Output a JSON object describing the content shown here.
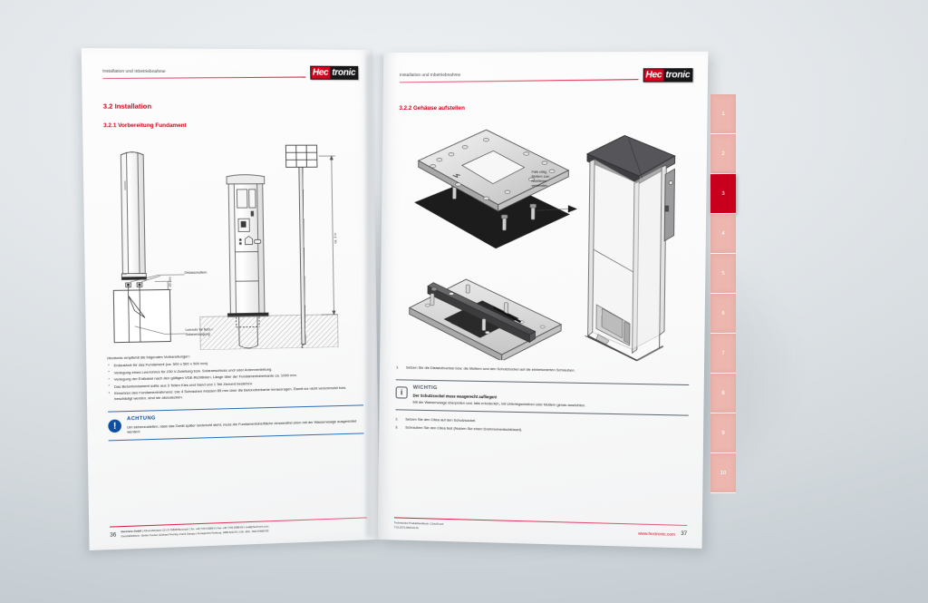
{
  "logo": {
    "part1": "Hec",
    "part2": "tronic",
    "red": "#d5001c",
    "black": "#17171a"
  },
  "left_page": {
    "header": "Installation und Inbetriebnahme",
    "section": "3.2 Installation",
    "subsection": "3.2.1 Vorbereitung Fundament",
    "figure_labels": {
      "distance_nuts": "Distanzmuttern",
      "dimension_65": "65 mm",
      "conduit": "Leerrohr für Netz-/\nSolarversorgung",
      "mast_height": "ca. 3 m"
    },
    "lead": "Hectronic empfiehlt die folgenden Vorbereitungen:",
    "bullets": [
      "Erdaushub für das Fundament (ca. 500 x 500 x 500 mm)",
      "Verlegung eines Leerrohres für 230 V-Zuleitung bzw. Solaranschluss und/ oder Antennenleitung.",
      "Verlegung der Erdkabel nach den gültigen VDE-Richtlinien, Länge über der Fundamentoberkante ca. 1000 mm.",
      "Das Betonfundament sollte aus 3 Teilen Kies und Sand und 1 Teil Zement bestehen.",
      "Einsetzen des Fundamentrahmens: Die 4 Schrauben müssen 65 mm über die Betonoberkante herausragen. Damit sie nicht verschmutzt bzw. beschädigt werden, sind sie abzudecken."
    ],
    "notice": {
      "icon": "exclamation-circle-icon",
      "title": "ACHTUNG",
      "body": "Um sicherzustellen, dass das Gerät später senkrecht steht, muss die Fundamentoberfläche einwandfrei eben mit der Wasserwaage ausgerichtet werden!"
    },
    "footer": {
      "page_number": "36",
      "line1_bold": "Hectronic GmbH",
      "line1": " | Allmendstrasse 15 | D-79848 Bonndorf | Tel. +49 7703 9388-0 | Fax +49 7703 9388-60 | mail@hectronic.com",
      "line2": "Geschäftsführer: Stefan Forster, Eckhard Fechtig, Frank Gampp | Amtsgericht Freiburg, HRB 621170 | USt.-IdNr.: DE170986709"
    }
  },
  "right_page": {
    "header": "Installation und Inbetriebnahme",
    "subsection": "3.2.2 Gehäuse aufstellen",
    "figure_labels": {
      "leveling_note": "Falls nötig,\nMuttern zum\nNivellieren\nverwenden"
    },
    "steps_before": [
      {
        "num": "1.",
        "text": "Setzen Sie die Distanzbuchse bzw. die Muttern und den Schutzsockel auf die einbetonierten Schrauben."
      }
    ],
    "notice": {
      "icon": "info-square-icon",
      "title": "WICHTIG",
      "strong": "Der Schutzsockel muss waagerecht aufliegen!",
      "body": "Mit der Wasserwaage überprüfen und, falls erforderlich, mit Unterlegscheiben oder Muttern genau ausrichten."
    },
    "steps_after": [
      {
        "num": "2.",
        "text": "Setzen Sie den Citea auf den Schutzsockel."
      },
      {
        "num": "3.",
        "text": "Schrauben Sie den Citea fest (Nutzen Sie einen Drehmomentschlüssel)."
      }
    ],
    "footer": {
      "line1": "Technisches Produkthandbuch | CiteaTouch",
      "line2": "TU2.2072.0000.01.01",
      "url": "www.hectronic.com",
      "page_number": "37"
    }
  },
  "side_tabs": {
    "active": "3",
    "items": [
      "1",
      "2",
      "3",
      "4",
      "5",
      "6",
      "7",
      "8",
      "9",
      "10"
    ],
    "color_inactive": "#edb6ae",
    "color_active": "#c8001e"
  }
}
